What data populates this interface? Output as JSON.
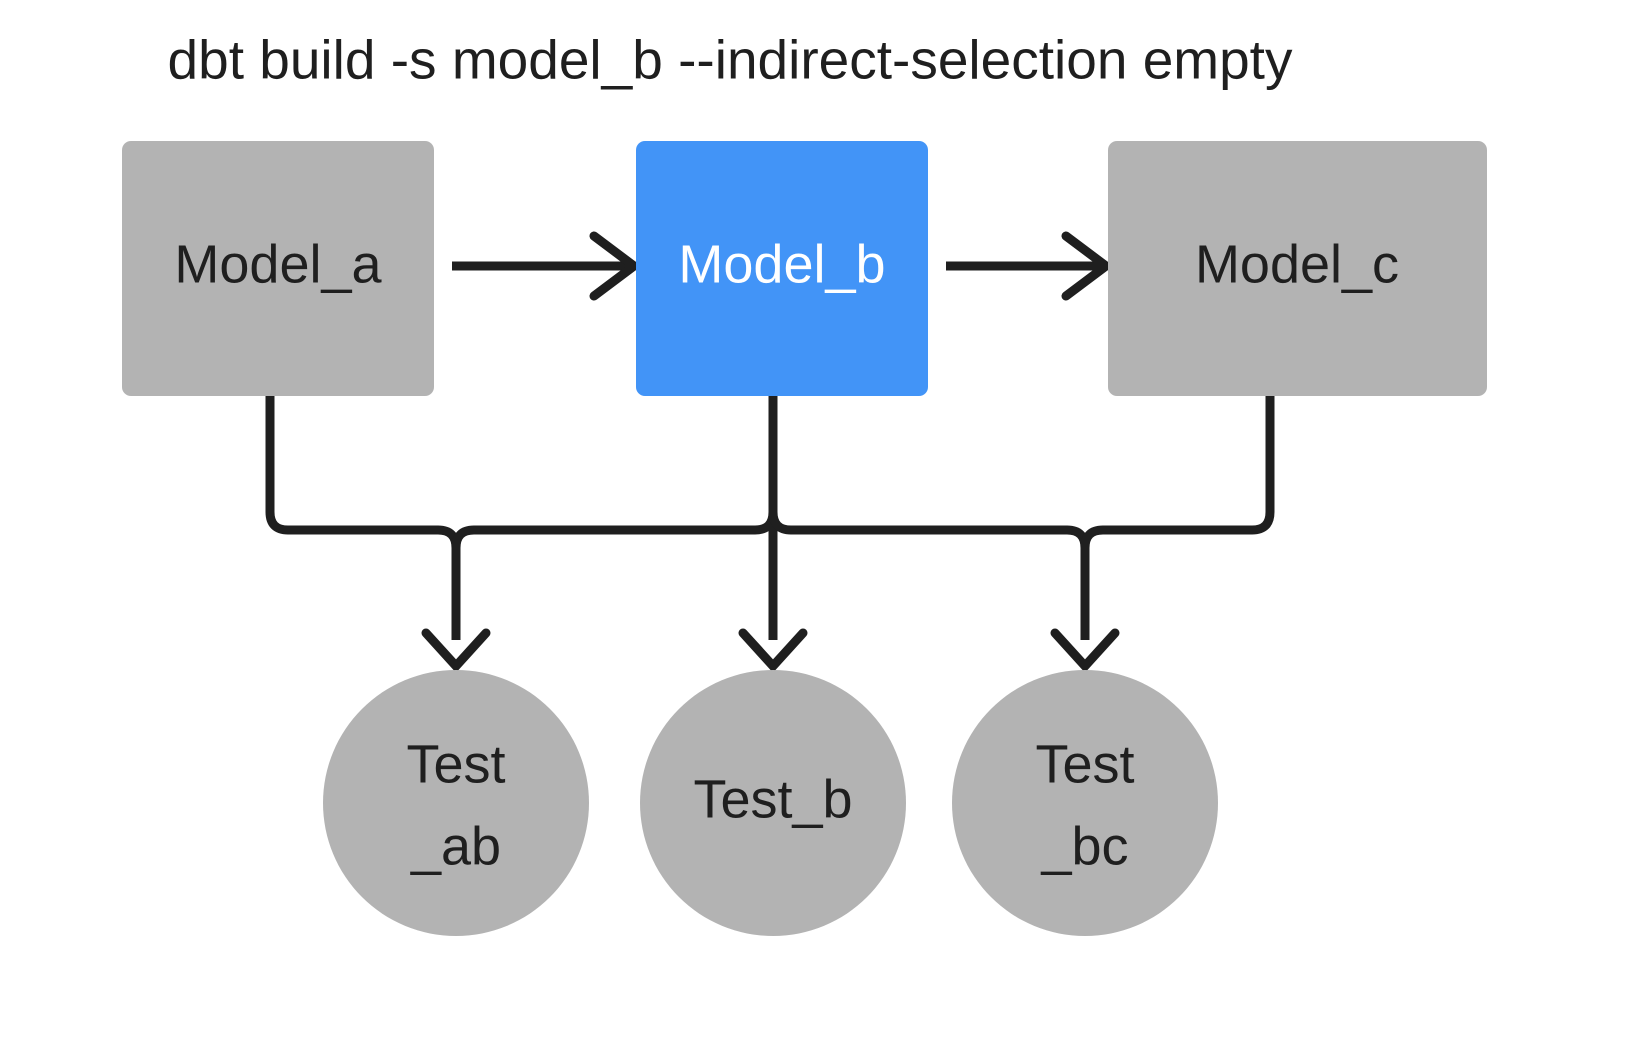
{
  "title": "dbt build -s model_b --indirect-selection empty",
  "colors": {
    "background": "#ffffff",
    "node_gray": "#b3b3b3",
    "node_selected_blue": "#4294f7",
    "edge_stroke": "#1f1f1f",
    "label_dark": "#1f1f1f",
    "label_light": "#ffffff"
  },
  "models": [
    {
      "id": "model_a",
      "label": "Model_a",
      "selected": false
    },
    {
      "id": "model_b",
      "label": "Model_b",
      "selected": true
    },
    {
      "id": "model_c",
      "label": "Model_c",
      "selected": false
    }
  ],
  "tests": [
    {
      "id": "test_ab",
      "label_line1": "Test",
      "label_line2": "_ab",
      "selected": false
    },
    {
      "id": "test_b",
      "label_line1": "Test_b",
      "label_line2": "",
      "selected": false
    },
    {
      "id": "test_bc",
      "label_line1": "Test",
      "label_line2": "_bc",
      "selected": false
    }
  ],
  "edges": [
    {
      "from": "model_a",
      "to": "model_b",
      "kind": "model-to-model"
    },
    {
      "from": "model_b",
      "to": "model_c",
      "kind": "model-to-model"
    },
    {
      "from": "model_a",
      "to": "test_ab",
      "kind": "model-to-test"
    },
    {
      "from": "model_b",
      "to": "test_ab",
      "kind": "model-to-test"
    },
    {
      "from": "model_b",
      "to": "test_b",
      "kind": "model-to-test"
    },
    {
      "from": "model_b",
      "to": "test_bc",
      "kind": "model-to-test"
    },
    {
      "from": "model_c",
      "to": "test_bc",
      "kind": "model-to-test"
    }
  ]
}
